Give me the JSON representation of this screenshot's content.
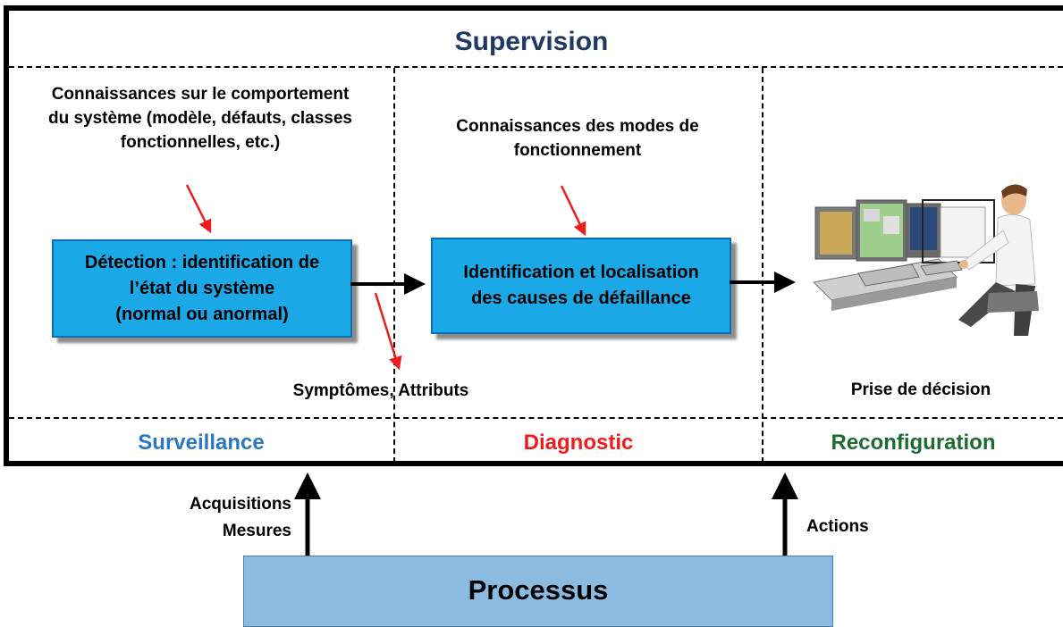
{
  "title": "Supervision",
  "left_knowledge": [
    "Connaissances sur le comportement",
    "du système (modèle, défauts, classes",
    "fonctionnelles, etc.)"
  ],
  "middle_knowledge": [
    "Connaissances des modes de",
    "fonctionnement"
  ],
  "detection_box": [
    "Détection : identification de",
    "l’état du système",
    "(normal ou anormal)"
  ],
  "identification_box": [
    "Identification et localisation",
    "des causes de défaillance"
  ],
  "symptoms_label": "Symptômes, Attributs",
  "decision_label": "Prise de décision",
  "sections": {
    "surveillance": "Surveillance",
    "diagnostic": "Diagnostic",
    "reconfiguration": "Reconfiguration"
  },
  "left_input": [
    "Acquisitions",
    "Mesures"
  ],
  "right_input": "Actions",
  "process": "Processus",
  "colors": {
    "title": "#1f3864",
    "surveillance": "#2a78c4",
    "diagnostic": "#ee1c1c",
    "reconfiguration": "#1e6b32",
    "box_fill": "#1ba8e6",
    "process_fill": "#8cbbe2",
    "red_arrow": "#ee1c1c"
  },
  "illustration": "operator-at-control-console"
}
